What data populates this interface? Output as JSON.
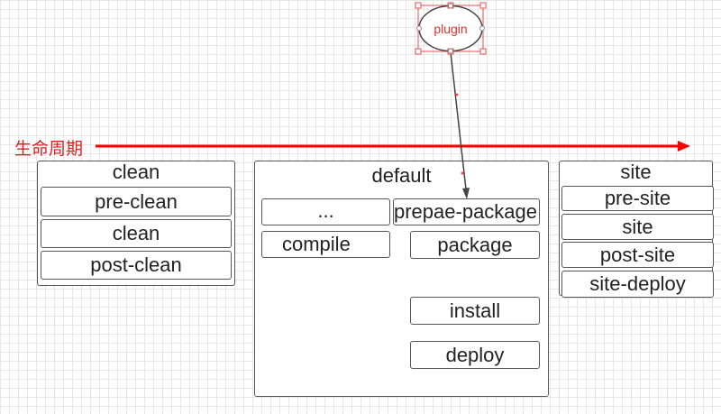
{
  "lifecycle_label": "生命周期",
  "plugin_label": "plugin",
  "colors": {
    "accent": "#ff0000",
    "border": "#555555",
    "plugin_text": "#e03030"
  },
  "groups": {
    "clean": {
      "title": "clean",
      "phases": [
        "pre-clean",
        "clean",
        "post-clean"
      ]
    },
    "default": {
      "title": "default",
      "phases": [
        "...",
        "prepae-package",
        "compile",
        "package",
        "install",
        "deploy"
      ]
    },
    "site": {
      "title": "site",
      "phases": [
        "pre-site",
        "site",
        "post-site",
        "site-deploy"
      ]
    }
  }
}
